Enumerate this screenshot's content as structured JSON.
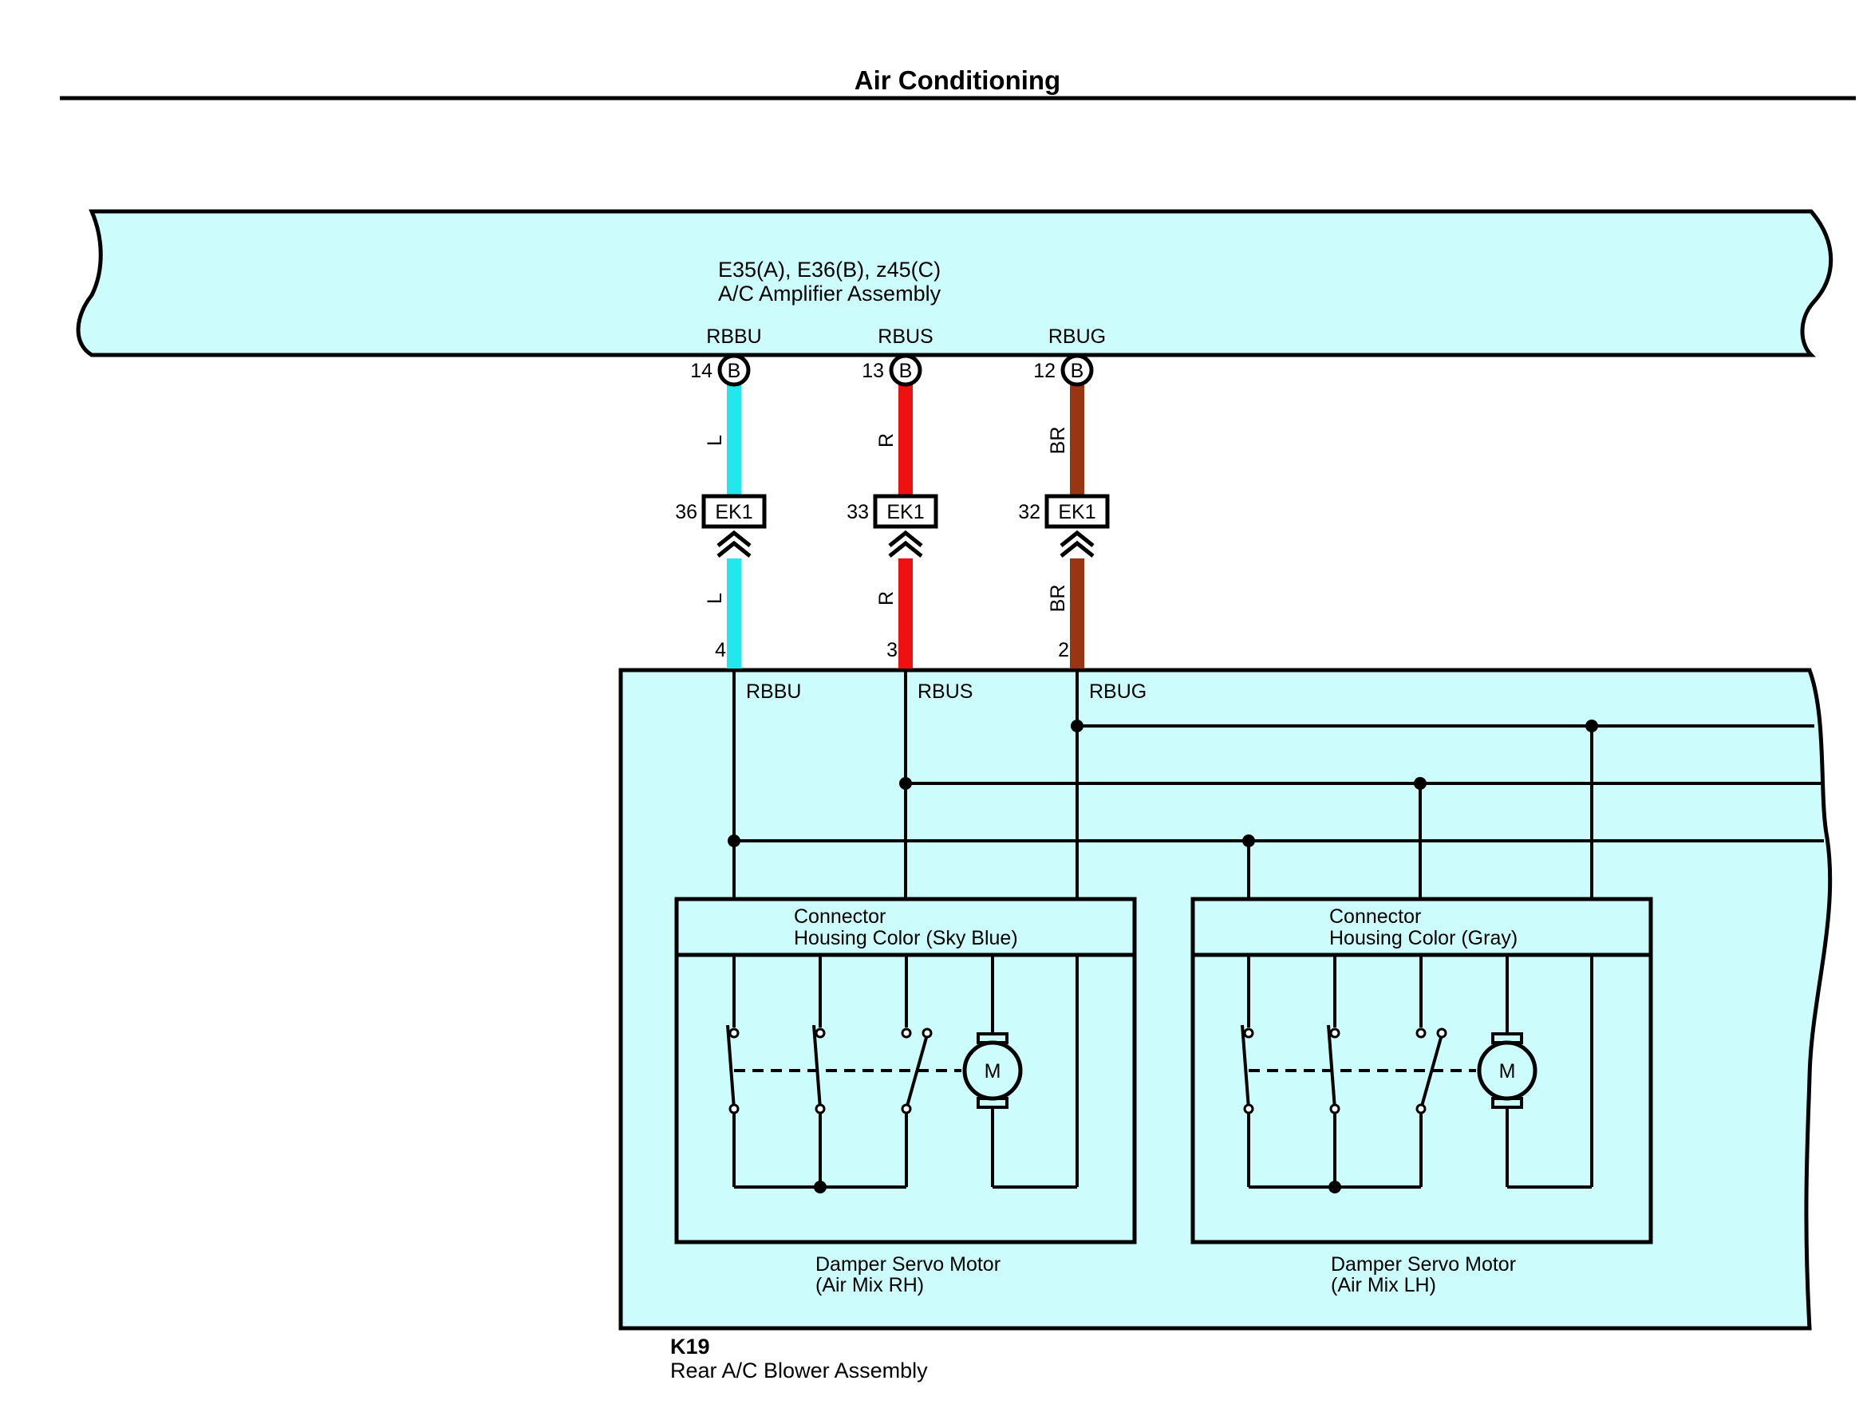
{
  "page_title": "Air Conditioning",
  "amplifier": {
    "connectors": "E35(A), E36(B), z45(C)",
    "name": "A/C Amplifier Assembly"
  },
  "circuits": [
    {
      "signal": "RBBU",
      "amp_pin": "14",
      "amp_connector": "B",
      "wire_upper": "L",
      "ek1_pin": "36",
      "junction": "EK1",
      "wire_lower": "L",
      "blower_pin": "4",
      "wire_color": "#22e8ee"
    },
    {
      "signal": "RBUS",
      "amp_pin": "13",
      "amp_connector": "B",
      "wire_upper": "R",
      "ek1_pin": "33",
      "junction": "EK1",
      "wire_lower": "R",
      "blower_pin": "3",
      "wire_color": "#ee1111"
    },
    {
      "signal": "RBUG",
      "amp_pin": "12",
      "amp_connector": "B",
      "wire_upper": "BR",
      "ek1_pin": "32",
      "junction": "EK1",
      "wire_lower": "BR",
      "blower_pin": "2",
      "wire_color": "#9a3511"
    }
  ],
  "blower": {
    "id": "K19",
    "name": "Rear A/C Blower Assembly"
  },
  "motors": [
    {
      "connector_line1": "Connector",
      "connector_line2": "Housing Color (Sky Blue)",
      "name_line1": "Damper Servo Motor",
      "name_line2": "(Air Mix RH)",
      "symbol": "M"
    },
    {
      "connector_line1": "Connector",
      "connector_line2": "Housing Color (Gray)",
      "name_line1": "Damper Servo Motor",
      "name_line2": "(Air Mix LH)",
      "symbol": "M"
    }
  ],
  "colors": {
    "component_fill": "#ccfcfc",
    "line": "#000000"
  }
}
